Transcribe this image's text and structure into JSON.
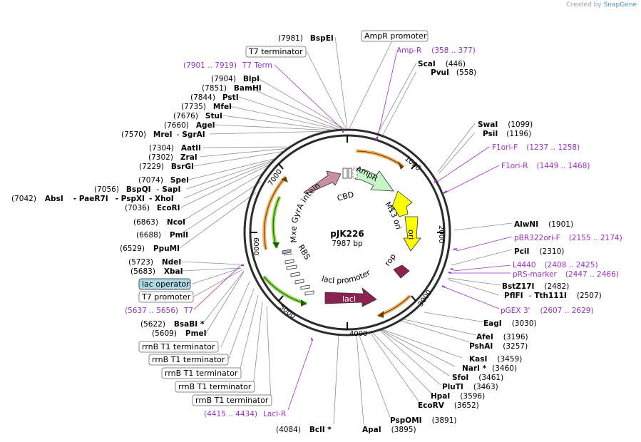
{
  "app": {
    "credit_prefix": "Created by",
    "credit_brand": "SnapGene"
  },
  "plasmid": {
    "name": "pJK226",
    "length_label": "7987 bp",
    "length": 7987
  },
  "ticks": [
    "1000",
    "2000",
    "3000",
    "4000",
    "5000",
    "6000",
    "7000"
  ],
  "colors": {
    "primer": "#9b30c8",
    "outline": "#2d2d2d",
    "amp": "#c8f5c8",
    "ori": "#ffff00",
    "lacI": "#8b2252",
    "intein": "#c890a0",
    "primer_box": "#add8e6"
  },
  "right_labels": [
    {
      "pos": "(446)",
      "name": "ScaI",
      "star": "",
      "align": "start"
    },
    {
      "pos": "(558)",
      "name": "PvuI",
      "star": "",
      "align": "start"
    },
    {
      "pos": "(1099)",
      "name": "SwaI",
      "star": "",
      "align": "start"
    },
    {
      "pos": "(1196)",
      "name": "PsiI",
      "star": "",
      "align": "start"
    },
    {
      "pos": "(1901)",
      "name": "AlwNI",
      "star": "",
      "align": "start"
    },
    {
      "pos": "(2310)",
      "name": "PciI",
      "star": "",
      "align": "start"
    },
    {
      "pos": "(2482)",
      "name": "BstZ17I",
      "star": "",
      "align": "start"
    },
    {
      "pos": "(3030)",
      "name": "EagI",
      "star": "",
      "align": "start"
    },
    {
      "pos": "(3196)",
      "name": "AfeI",
      "star": "",
      "align": "start"
    },
    {
      "pos": "(3257)",
      "name": "PshAI",
      "star": "",
      "align": "start"
    },
    {
      "pos": "(3459)",
      "name": "KasI",
      "star": "",
      "align": "start"
    },
    {
      "pos": "(3460)",
      "name": "NarI",
      "star": " *",
      "align": "start"
    },
    {
      "pos": "(3461)",
      "name": "SfoI",
      "star": "",
      "align": "start"
    },
    {
      "pos": "(3463)",
      "name": "PluTI",
      "star": "",
      "align": "start"
    },
    {
      "pos": "(3596)",
      "name": "HpaI",
      "star": "",
      "align": "start"
    },
    {
      "pos": "(3652)",
      "name": "EcoRV",
      "star": "",
      "align": "start"
    },
    {
      "pos": "(3891)",
      "name": "PspOMI",
      "star": "",
      "align": "start"
    },
    {
      "pos": "(3895)",
      "name": "ApaI",
      "star": "",
      "align": "start"
    }
  ],
  "pflfi": {
    "name1": "PflFI",
    "sep": "-",
    "name2": "Tth111I",
    "pos": "(2507)"
  },
  "left_labels": [
    {
      "pos": "(7981)",
      "name": "BspEI"
    },
    {
      "pos": "(7904)",
      "name": "BlpI"
    },
    {
      "pos": "(7851)",
      "name": "BamHI"
    },
    {
      "pos": "(7844)",
      "name": "PstI"
    },
    {
      "pos": "(7735)",
      "name": "MfeI"
    },
    {
      "pos": "(7676)",
      "name": "StuI"
    },
    {
      "pos": "(7660)",
      "name": "AgeI"
    },
    {
      "pos": "(7304)",
      "name": "AatII"
    },
    {
      "pos": "(7302)",
      "name": "ZraI"
    },
    {
      "pos": "(7229)",
      "name": "BsrGI"
    },
    {
      "pos": "(7074)",
      "name": "SpeI"
    },
    {
      "pos": "(7036)",
      "name": "EcoRI"
    },
    {
      "pos": "(6863)",
      "name": "NcoI"
    },
    {
      "pos": "(6688)",
      "name": "PmlI"
    },
    {
      "pos": "(6529)",
      "name": "PpuMI"
    },
    {
      "pos": "(5723)",
      "name": "NdeI"
    },
    {
      "pos": "(5683)",
      "name": "XbaI"
    },
    {
      "pos": "(5622)",
      "name": "BsaBI *"
    },
    {
      "pos": "(5609)",
      "name": "PmeI"
    },
    {
      "pos": "(4084)",
      "name": "BclI *"
    }
  ],
  "mrei": {
    "pos": "(7570)",
    "name1": "MreI",
    "sep": "-",
    "name2": "SgrAI"
  },
  "bspqi": {
    "pos": "(7056)",
    "name1": "BspQI",
    "sep": "-",
    "name2": "SapI"
  },
  "absi": {
    "pos": "(7042)",
    "name1": "AbsI",
    "sep1": "- PaeR7I",
    "sep2": "- PspXI",
    "sep3": "- XhoI"
  },
  "primers": [
    {
      "name": "Amp-R",
      "range": "(358 .. 377)"
    },
    {
      "name": "F1ori-F",
      "range": "(1237 .. 1258)"
    },
    {
      "name": "F1ori-R",
      "range": "(1449 .. 1468)"
    },
    {
      "name": "pBR322ori-F",
      "range": "(2155 .. 2174)"
    },
    {
      "name": "L4440",
      "range": "(2408 .. 2425)"
    },
    {
      "name": "pRS-marker",
      "range": "(2447 .. 2466)"
    },
    {
      "name": "pGEX 3'",
      "range": "(2607 .. 2629)"
    },
    {
      "name": "LacI-R",
      "range": "(4415 .. 4434)"
    },
    {
      "name": "T7",
      "range": "(5637 .. 5656)"
    },
    {
      "name": "T7 Term",
      "range": "(7901 .. 7919)"
    }
  ],
  "boxes": {
    "amp_promoter": "AmpR promoter",
    "t7_terminator": "T7 terminator",
    "lac_operator": "lac operator",
    "t7_promoter": "T7 promoter",
    "rrnb": [
      "rrnB T1 terminator",
      "rrnB T1 terminator",
      "rrnB T1 terminator",
      "rrnB T1 terminator",
      "rrnB T1 terminator"
    ]
  },
  "features": {
    "ampr": "AmpR",
    "m13": "M13 ori",
    "ori": "ori",
    "rop": "rop",
    "laci_promoter": "lacI promoter",
    "laci": "lacI",
    "rbs": "RBS",
    "intein": "Mxe GyrA intein",
    "cbd": "CBD"
  }
}
